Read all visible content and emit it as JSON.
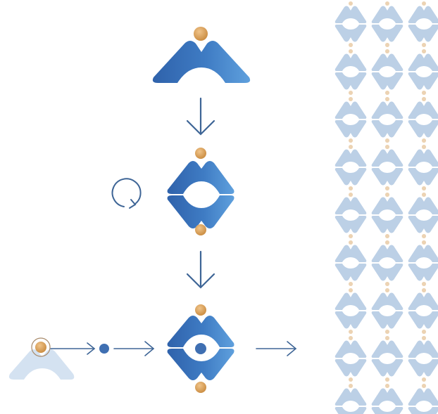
{
  "diagram": {
    "steps": [
      {
        "label": "",
        "mark": "logo-m-single"
      },
      {
        "label": "",
        "mark": "logo-mirrored-pair"
      },
      {
        "label": "",
        "mark": "logo-mirrored-pair-with-center-dot"
      }
    ],
    "side_elements": [
      "rotation-cycle-icon",
      "faded-logo-source",
      "small-dot-node",
      "arrow-to-pattern"
    ],
    "pattern": {
      "label": "",
      "motif": "repeating-mirrored-logo-tile"
    }
  },
  "colors": {
    "blue_dark": "#2f62ab",
    "blue_mid": "#3f7cc4",
    "blue_light": "#5fa0dd",
    "gold": "#d89a4e",
    "arrow": "#3e6596",
    "pattern_blue": "#bcd0e6",
    "pattern_gold": "#ecd3b3",
    "faded_blue": "#d4e2f1"
  }
}
